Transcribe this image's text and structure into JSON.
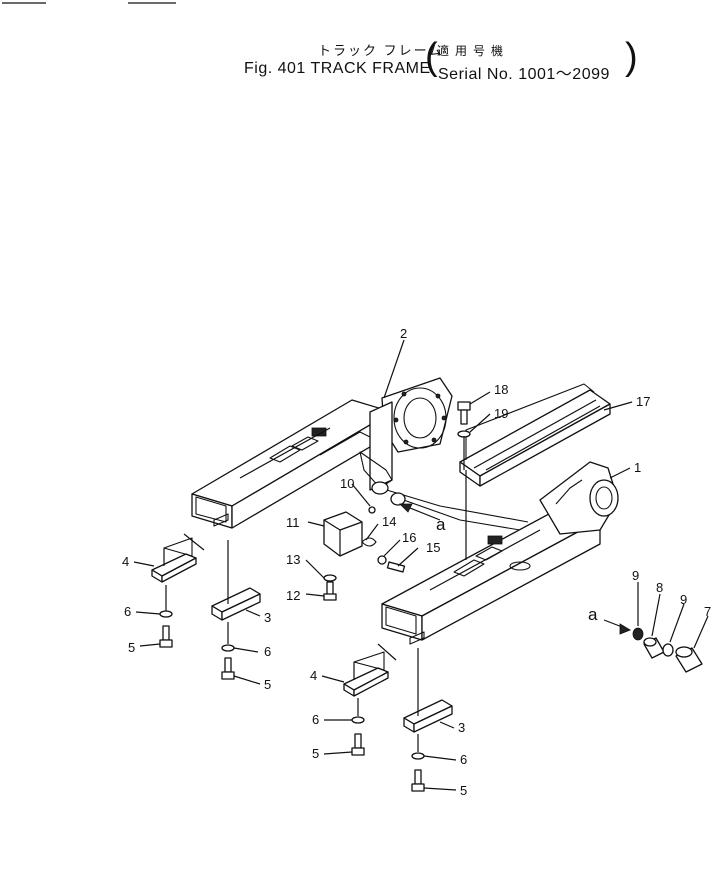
{
  "title": {
    "jp": "トラック フレーム",
    "jp_serial": "適用号機",
    "main": "Fig. 401 TRACK FRAME",
    "serial": "Serial No. 1001～2099"
  },
  "callouts": [
    "1",
    "2",
    "3",
    "3",
    "4",
    "4",
    "5",
    "5",
    "5",
    "5",
    "6",
    "6",
    "6",
    "6",
    "7",
    "8",
    "9",
    "9",
    "10",
    "11",
    "12",
    "13",
    "14",
    "15",
    "16",
    "17",
    "18",
    "19"
  ],
  "view_marks": [
    "a",
    "a"
  ]
}
